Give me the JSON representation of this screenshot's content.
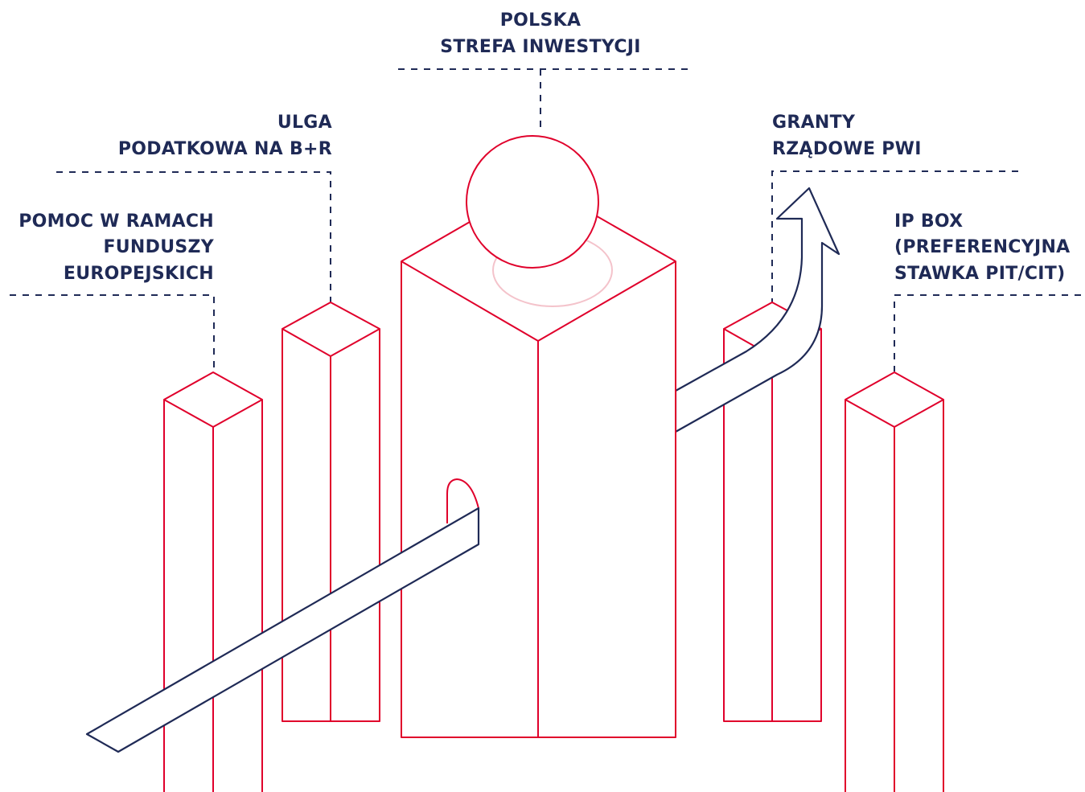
{
  "labels": {
    "center": [
      "POLSKA",
      "STREFA INWESTYCJI"
    ],
    "left_mid": [
      "ULGA",
      "PODATKOWA NA B+R"
    ],
    "left": [
      "POMOC W RAMACH",
      "FUNDUSZY",
      "EUROPEJSKICH"
    ],
    "right_mid": [
      "GRANTY",
      "RZĄDOWE PWI"
    ],
    "right": [
      "IP BOX",
      "(PREFERENCYJNA",
      "STAWKA PIT/CIT)"
    ]
  },
  "colors": {
    "text": "#1f2a56",
    "pillar_outline": "#e0002b",
    "ellipse_faint": "#f4c3cb",
    "ribbon_outline": "#1f2a56",
    "background": "#ffffff"
  }
}
